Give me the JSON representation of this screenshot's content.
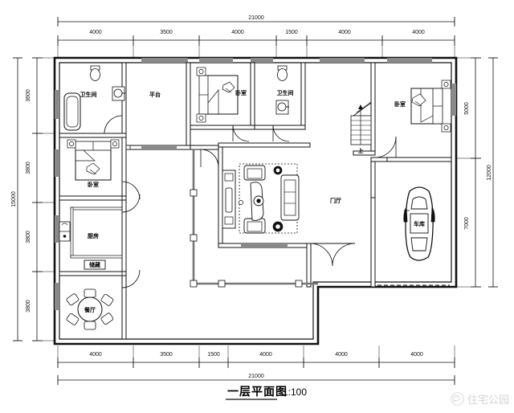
{
  "drawing": {
    "title": "一层平面图",
    "scale": "1:100",
    "units": "mm"
  },
  "dimensions": {
    "top": {
      "total": "21000",
      "segments": [
        "4000",
        "3500",
        "4000",
        "1500",
        "4000",
        "4000"
      ]
    },
    "bottom": {
      "total": "21000",
      "segments": [
        "4000",
        "3500",
        "1500",
        "4000",
        "4000",
        "4000"
      ]
    },
    "left": {
      "total": "15000",
      "segments": [
        "3600",
        "3800",
        "3800",
        "3800"
      ]
    },
    "right": {
      "total": "12000",
      "segments": [
        "5000",
        "7000"
      ]
    }
  },
  "rooms": [
    {
      "id": "bathroom-nw",
      "label": "卫生间"
    },
    {
      "id": "platform",
      "label": "平台"
    },
    {
      "id": "bedroom-n",
      "label": "卧室"
    },
    {
      "id": "bathroom-n",
      "label": "卫生间"
    },
    {
      "id": "bedroom-ne",
      "label": "卧室"
    },
    {
      "id": "bedroom-w",
      "label": "卧室"
    },
    {
      "id": "kitchen",
      "label": "厨房"
    },
    {
      "id": "pantry",
      "label": "储藏"
    },
    {
      "id": "dining",
      "label": "餐厅"
    },
    {
      "id": "entry-hall",
      "label": "门厅"
    },
    {
      "id": "garage",
      "label": "车库"
    }
  ],
  "stair": {
    "direction_label": "上"
  },
  "watermark": {
    "label": "住宅公园",
    "icon": "wechat-icon"
  },
  "colors": {
    "line": "#111111",
    "wall_fill": "#ffffff",
    "window_fill": "#8a8a8a",
    "paper": "#ffffff"
  }
}
